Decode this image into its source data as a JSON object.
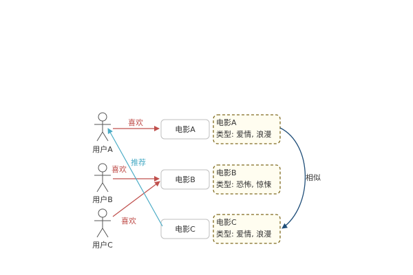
{
  "users": [
    {
      "label": "用户A"
    },
    {
      "label": "用户B"
    },
    {
      "label": "用户C"
    }
  ],
  "movies": [
    {
      "label": "电影A"
    },
    {
      "label": "电影B"
    },
    {
      "label": "电影C"
    }
  ],
  "movie_info": [
    {
      "name": "电影A",
      "type": "类型: 爱情, 浪漫"
    },
    {
      "name": "电影B",
      "type": "类型: 恐怖, 惊悚"
    },
    {
      "name": "电影C",
      "type": "类型: 爱情, 浪漫"
    }
  ],
  "edges": {
    "like_a": "喜欢",
    "like_b": "喜欢",
    "like_c": "喜欢",
    "recommend": "推荐",
    "similar": "相似"
  },
  "colors": {
    "like": "#c0504d",
    "recommend": "#4bacc6",
    "similar": "#1f4e79",
    "box_border": "#bfbfbf",
    "info_border": "#7f6a1f",
    "info_fill": "#fffdf0"
  }
}
